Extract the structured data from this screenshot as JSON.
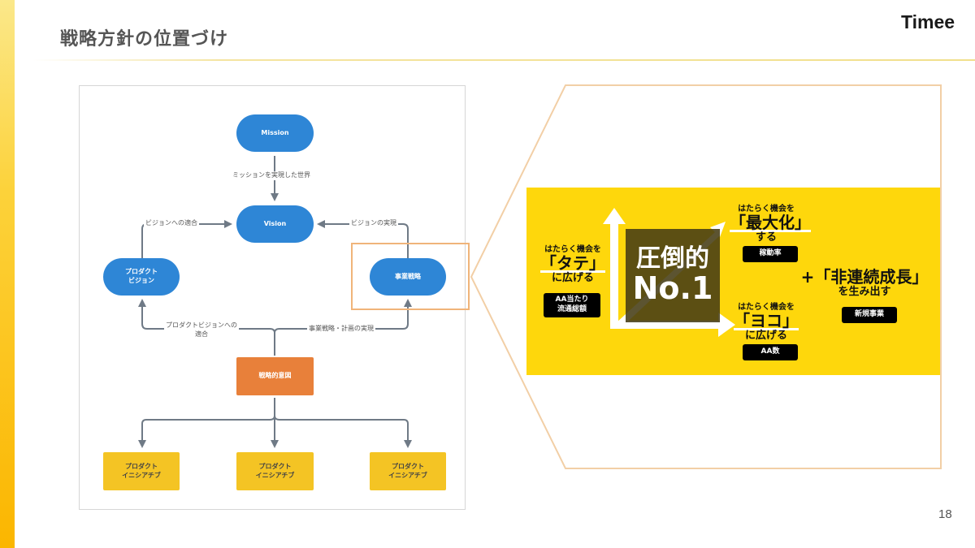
{
  "slide": {
    "title": "戦略方針の位置づけ",
    "logo": "Timee",
    "page_number": "18"
  },
  "diagram": {
    "nodes": {
      "mission": "Mission",
      "vision": "Vision",
      "product_vision": "プロダクト\nビジョン",
      "business_strategy": "事業戦略",
      "strategic_intent": "戦略的意図",
      "initiative_1": "プロダクト\nイニシアチブ",
      "initiative_2": "プロダクト\nイニシアチブ",
      "initiative_3": "プロダクト\nイニシアチブ"
    },
    "edge_labels": {
      "mission_to_vision": "ミッションを実現した世界",
      "product_vision_to_vision": "ビジョンへの適合",
      "business_to_vision": "ビジョンの実現",
      "intent_to_product_vision": "プロダクトビジョンへの\n適合",
      "intent_to_business": "事業戦略・計画の実現"
    },
    "highlighted_node": "business_strategy"
  },
  "strategy_panel": {
    "center": {
      "line1": "圧倒的",
      "line2": "No.1"
    },
    "vertical": {
      "lead": "はたらく機会を",
      "quote": "「タテ」",
      "suffix": "に広げる",
      "metric": "AA当たり\n流通総額"
    },
    "diagonal": {
      "lead": "はたらく機会を",
      "quote": "「最大化」",
      "suffix": "する",
      "metric": "稼動率"
    },
    "horizontal": {
      "lead": "はたらく機会を",
      "quote": "「ヨコ」",
      "suffix": "に広げる",
      "metric": "AA数"
    },
    "new_business": {
      "quote": "+「非連続成長」",
      "suffix": "を生み出す",
      "metric": "新規事業"
    }
  },
  "colors": {
    "accent_yellow": "#fed70c",
    "node_blue": "#2e86d6",
    "node_orange": "#e8803a",
    "node_yellow": "#f4c424",
    "highlight_orange": "#f0b47a"
  }
}
